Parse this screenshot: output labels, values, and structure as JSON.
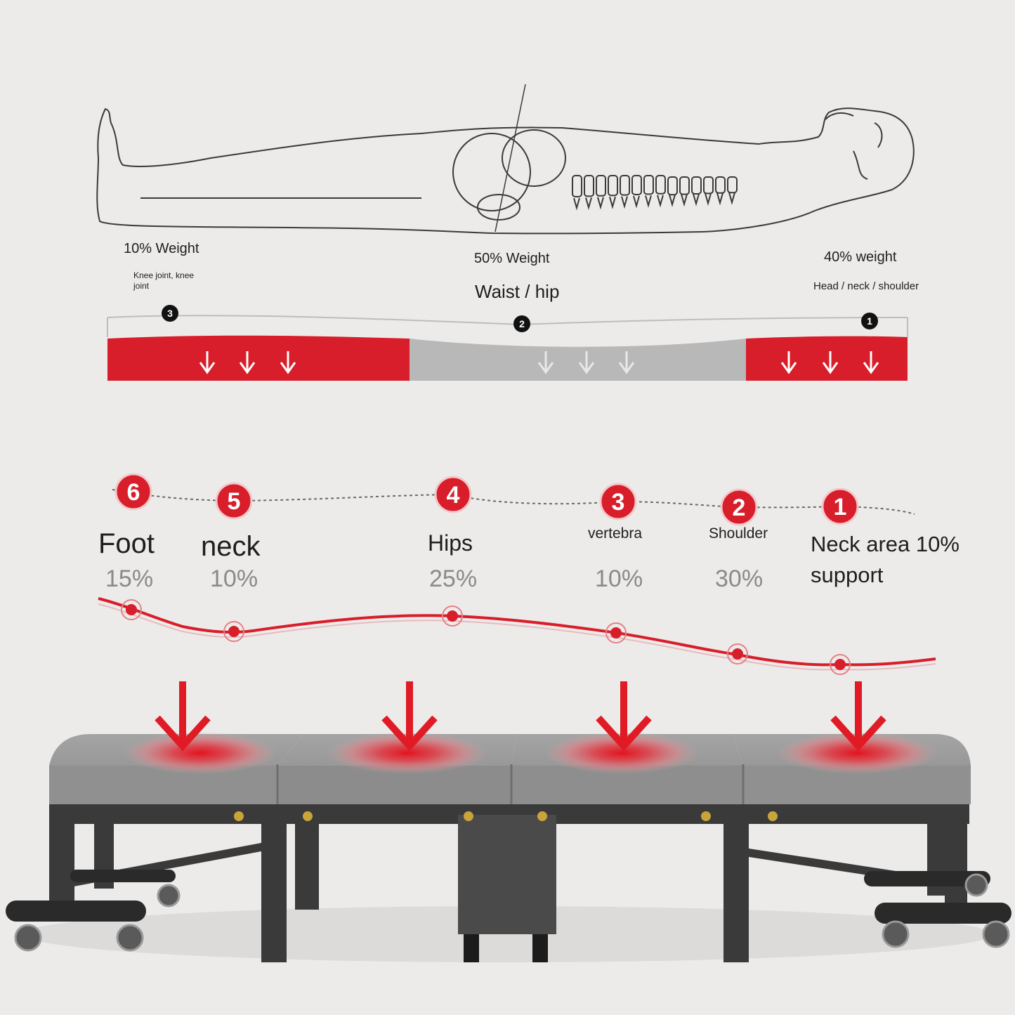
{
  "top_section": {
    "zones": [
      {
        "weight": "10% Weight",
        "area": "Knee joint, knee joint",
        "marker": "3",
        "color": "#d81e2a"
      },
      {
        "weight": "50% Weight",
        "area": "Waist / hip",
        "marker": "2",
        "color": "#b8b8b8"
      },
      {
        "weight": "40% weight",
        "area": "Head / neck / shoulder",
        "marker": "1",
        "color": "#d81e2a"
      }
    ]
  },
  "support_points": [
    {
      "number": "6",
      "label": "Foot",
      "percent": "15%"
    },
    {
      "number": "5",
      "label": "neck",
      "percent": "10%"
    },
    {
      "number": "4",
      "label": "Hips",
      "percent": "25%"
    },
    {
      "number": "3",
      "label": "vertebra",
      "percent": "10%"
    },
    {
      "number": "2",
      "label": "Shoulder",
      "percent": "30%"
    },
    {
      "number": "1",
      "label": "Neck area 10%",
      "label2": "support"
    }
  ],
  "colors": {
    "accent": "#d81e2a",
    "fabric": "#8e8e8e",
    "frame": "#3a3a3a"
  }
}
